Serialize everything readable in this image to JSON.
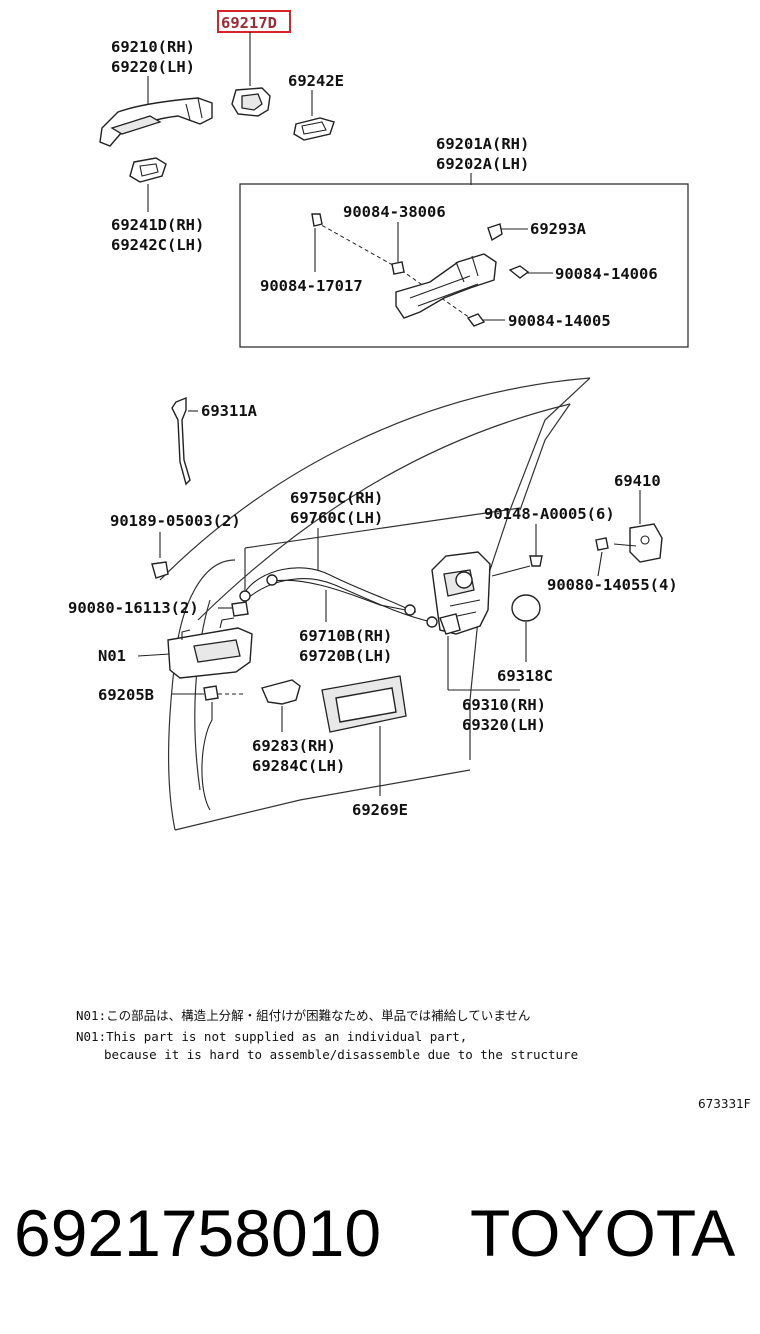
{
  "parts": {
    "p_69217D": "69217D",
    "p_69210_rh": "69210(RH)",
    "p_69220_lh": "69220(LH)",
    "p_69242E": "69242E",
    "p_69201A_rh": "69201A(RH)",
    "p_69202A_lh": "69202A(LH)",
    "p_90084_38006": "90084-38006",
    "p_69293A": "69293A",
    "p_69241D_rh": "69241D(RH)",
    "p_69242C_lh": "69242C(LH)",
    "p_90084_14006": "90084-14006",
    "p_90084_17017": "90084-17017",
    "p_90084_14005": "90084-14005",
    "p_69311A": "69311A",
    "p_69410": "69410",
    "p_69750C_rh": "69750C(RH)",
    "p_69760C_lh": "69760C(LH)",
    "p_90189_05003": "90189-05003(2)",
    "p_90148_A0005": "90148-A0005(6)",
    "p_90080_14055": "90080-14055(4)",
    "p_90080_16113": "90080-16113(2)",
    "p_N01": "N01",
    "p_69710B_rh": "69710B(RH)",
    "p_69720B_lh": "69720B(LH)",
    "p_69318C": "69318C",
    "p_69205B": "69205B",
    "p_69310_rh": "69310(RH)",
    "p_69320_lh": "69320(LH)",
    "p_69283_rh": "69283(RH)",
    "p_69284C_lh": "69284C(LH)",
    "p_69269E": "69269E"
  },
  "notes": {
    "jp": "N01:この部品は、構造上分解・組付けが困難なため、単品では補給していません",
    "en1": "N01:This part is not supplied as an individual part,",
    "en2": "because it is hard to assemble/disassemble due to the structure"
  },
  "diagram_code": "673331F",
  "footer": {
    "part_number": "6921758010",
    "brand": "TOYOTA"
  },
  "highlight_color": "#d9222a"
}
